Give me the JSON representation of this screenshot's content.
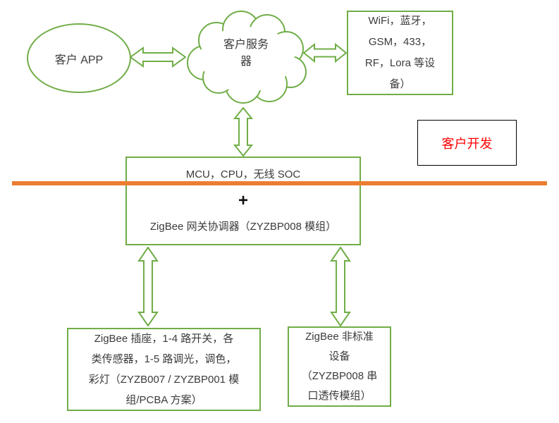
{
  "colors": {
    "green": "#70AD47",
    "orange": "#ED7D31",
    "red": "#FF0000",
    "text": "#3B3B3B"
  },
  "nodes": {
    "app": {
      "label": "客户 APP"
    },
    "cloud": {
      "lines": [
        "客户服务",
        "器"
      ]
    },
    "wifi": {
      "lines": [
        "WiFi，蓝牙，",
        "GSM，433，",
        "RF，Lora 等设",
        "备）"
      ]
    },
    "dev": {
      "label": "客户开发"
    },
    "gateway": {
      "line1": "MCU，CPU，无线 SOC",
      "plus": "+",
      "line2": "ZigBee 网关协调器（ZYZBP008 模组）"
    },
    "std": {
      "lines": [
        "ZigBee 插座，1-4 路开关，各",
        "类传感器，1-5 路调光，调色，",
        "彩灯（ZYZB007 / ZYZBP001 模",
        "组/PCBA 方案）"
      ]
    },
    "nonstd": {
      "lines": [
        "ZigBee 非标准",
        "设备",
        "（ZYZBP008 串",
        "口透传模组）"
      ]
    }
  },
  "arrows": [
    {
      "from": "customer-app",
      "to": "customer-server",
      "direction": "both"
    },
    {
      "from": "customer-server",
      "to": "wifi-devices",
      "direction": "both"
    },
    {
      "from": "customer-server",
      "to": "gateway",
      "direction": "both"
    },
    {
      "from": "gateway",
      "to": "zigbee-standard-devices",
      "direction": "both"
    },
    {
      "from": "gateway",
      "to": "zigbee-nonstandard-devices",
      "direction": "both"
    }
  ]
}
